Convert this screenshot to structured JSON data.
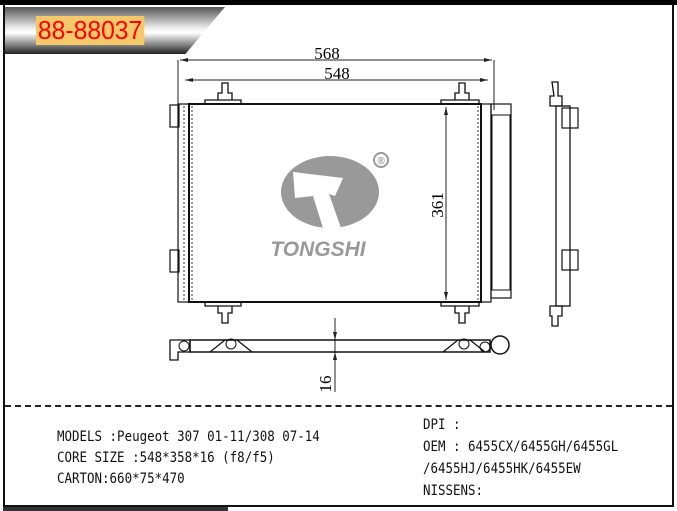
{
  "part_number": "88-88037",
  "dimensions": {
    "overall_width": "568",
    "core_width": "548",
    "height": "361",
    "thickness": "16"
  },
  "logo": {
    "brand": "TONGSHI",
    "registered": "®"
  },
  "specs": {
    "models": "MODELS :Peugeot 307 01-11/308 07-14",
    "core_size": "CORE SIZE :548*358*16 (f8/f5)",
    "carton": "CARTON:660*75*470"
  },
  "refs": {
    "dpi": "DPI :",
    "oem_line1": "OEM : 6455CX/6455GH/6455GL",
    "oem_line2": "/6455HJ/6455HK/6455EW",
    "nissens": "NISSENS:"
  }
}
